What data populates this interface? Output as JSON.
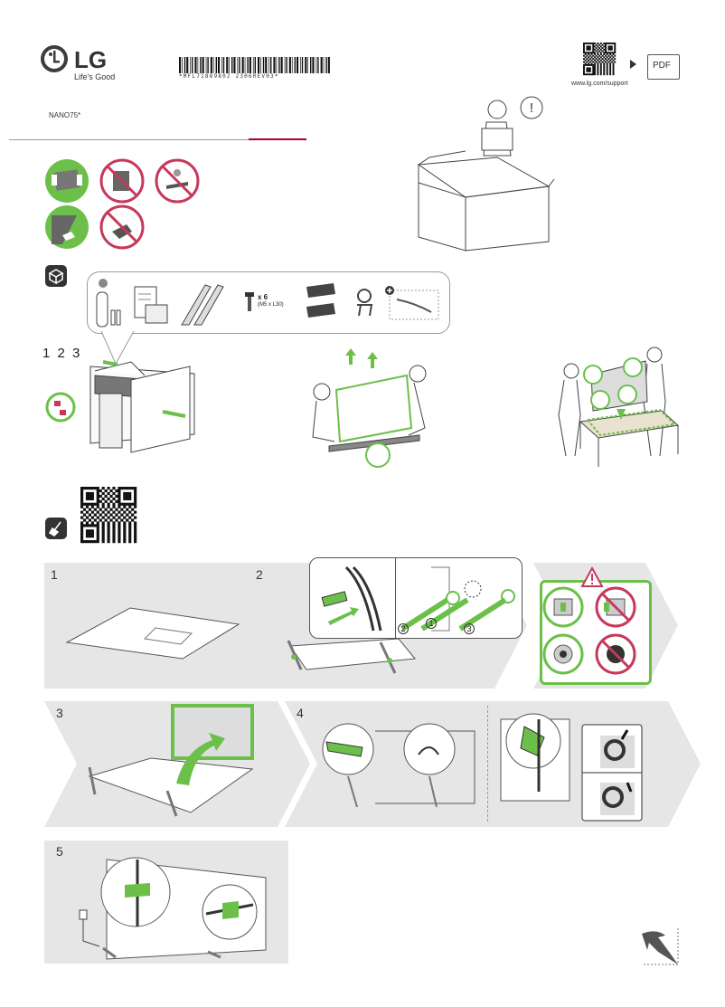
{
  "brand": {
    "name": "LG",
    "tagline": "Life's Good"
  },
  "barcode": {
    "code": "*MFL71889802 2306REV03*"
  },
  "support": {
    "url": "www.lg.com/support",
    "pdf_label": "PDF"
  },
  "model": {
    "name": "NANO75*"
  },
  "contents": {
    "screw_qty": "x 6",
    "screw_spec": "(M5 x L30)"
  },
  "sequence": {
    "steps_label": "1 2 3"
  },
  "steps": [
    {
      "number": "1"
    },
    {
      "number": "2"
    },
    {
      "number": "3"
    },
    {
      "number": "4"
    },
    {
      "number": "5"
    }
  ],
  "callout_numbers": [
    "2",
    "1",
    "3"
  ],
  "warning_symbol": "!",
  "colors": {
    "accent_green": "#6cc04a",
    "warning_red": "#c7395b",
    "brand_red": "#a50034",
    "band_gray": "#e6e6e6"
  }
}
